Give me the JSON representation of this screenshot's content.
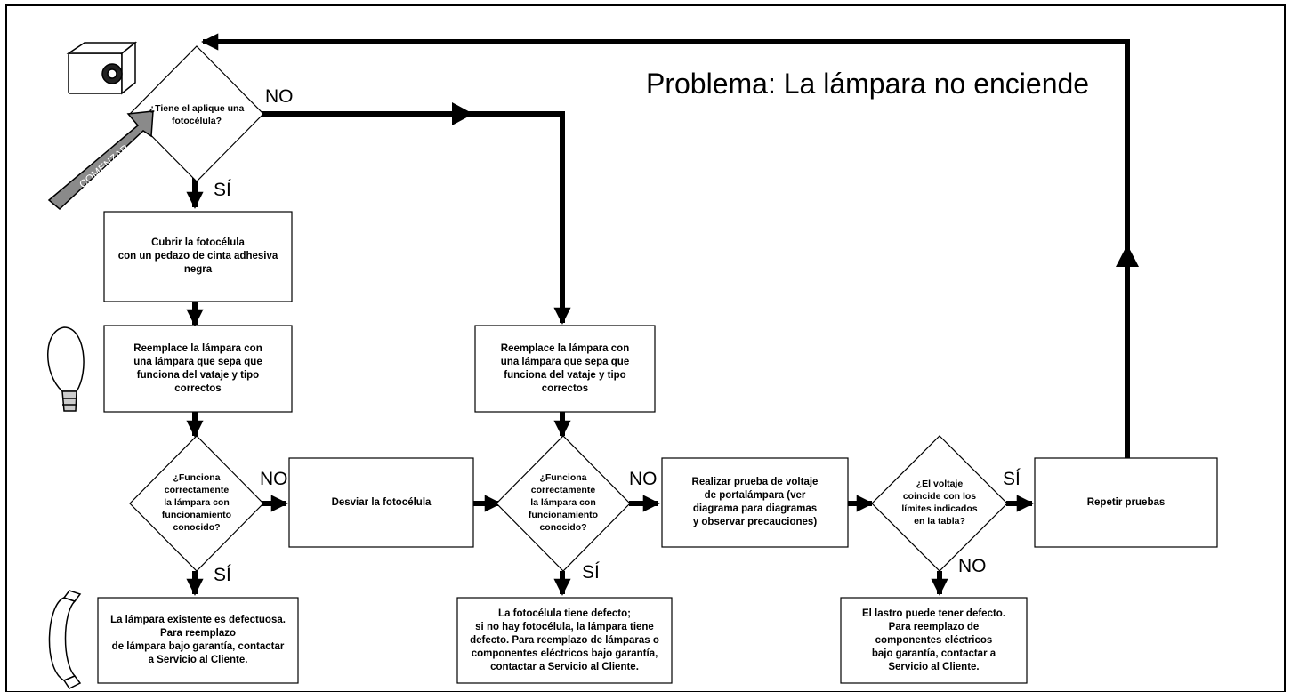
{
  "title": "Problema:  La lámpara no enciende",
  "start_label": "COMENZAR",
  "labels": {
    "yes": "SÍ",
    "no": "NO"
  },
  "nodes": {
    "d1": "¿Tiene el aplique una fotocélula?",
    "b_cover": "Cubrir la fotocélula\ncon un pedazo de cinta adhesiva\nnegra",
    "b_replace1": "Reemplace la lámpara con\nuna lámpara que sepa que\nfunciona del vataje y tipo\ncorrectos",
    "d2": "¿Funciona\ncorrectamente\nla lámpara con\nfuncionamiento\nconocido?",
    "b_bypass": "Desviar la fotocélula",
    "b_lamp_defect": "La lámpara existente es defectuosa.\nPara reemplazo\nde lámpara bajo garantía, contactar\na Servicio al Cliente.",
    "b_replace2": "Reemplace la lámpara con\nuna lámpara que sepa que\nfunciona del vataje y tipo\ncorrectos",
    "d3": "¿Funciona\ncorrectamente\nla lámpara con\nfuncionamiento\nconocido?",
    "b_photocell_defect": "La fotocélula tiene defecto;\nsi no hay fotocélula, la lámpara tiene\ndefecto. Para reemplazo de lámparas o\ncomponentes eléctricos bajo garantía,\ncontactar a Servicio al Cliente.",
    "b_voltage": "Realizar prueba de voltaje\nde portalámpara (ver\ndiagrama para diagramas\ny observar precauciones)",
    "d4": "¿El voltaje\ncoincide con los\nlímites indicados\nen la tabla?",
    "b_ballast": "El lastro puede tener defecto.\nPara reemplazo de\ncomponentes eléctricos\nbajo garantía, contactar a\nServicio al Cliente.",
    "b_repeat": "Repetir pruebas"
  },
  "icons": [
    "camera-icon",
    "lightbulb-icon",
    "telephone-icon",
    "start-arrow-icon"
  ]
}
